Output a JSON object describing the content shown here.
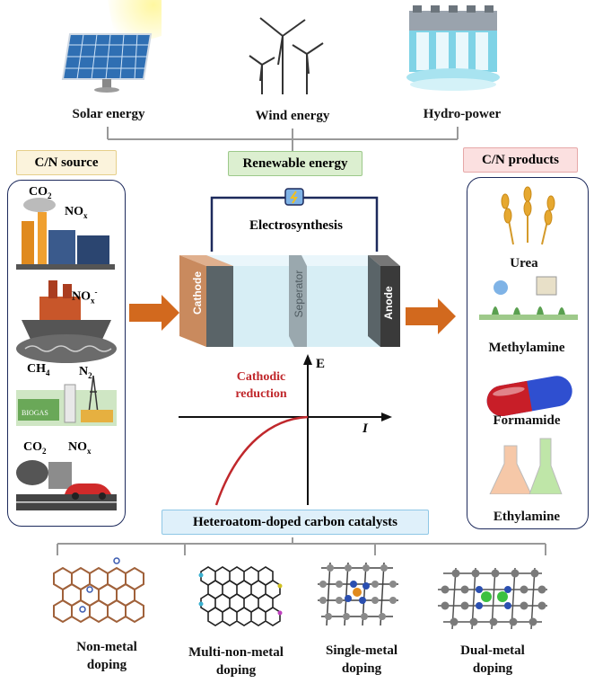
{
  "energy_sources": [
    {
      "label": "Solar energy",
      "icon": "solar-panel-icon"
    },
    {
      "label": "Wind energy",
      "icon": "wind-turbine-icon"
    },
    {
      "label": "Hydro-power",
      "icon": "hydro-dam-icon"
    }
  ],
  "tags": {
    "cn_source": "C/N source",
    "renewable": "Renewable energy",
    "cn_products": "C/N products",
    "catalysts": "Heteroatom-doped carbon catalysts"
  },
  "cell": {
    "title": "Electrosynthesis",
    "cathode": "Cathode",
    "separator": "Seperator",
    "anode": "Anode"
  },
  "plot": {
    "ylabel": "E",
    "xlabel": "I",
    "curve_label_1": "Cathodic",
    "curve_label_2": "reduction"
  },
  "sources": [
    {
      "main": "CO",
      "sub": "2",
      "second": "NO",
      "second_sub": "x",
      "icon": "factory-icon"
    },
    {
      "main": "NO",
      "sub": "x",
      "sup": "-",
      "icon": "ship-icon"
    },
    {
      "main": "CH",
      "sub": "4",
      "second": "N",
      "second_sub": "2",
      "icon": "biogas-plant-icon",
      "sign": "BIOGAS"
    },
    {
      "main": "CO",
      "sub": "2",
      "second": "NO",
      "second_sub": "x",
      "icon": "car-exhaust-icon"
    }
  ],
  "products": [
    "Urea",
    "Methylamine",
    "Formamide",
    "Ethylamine"
  ],
  "catalysts": [
    {
      "line1": "Non-metal",
      "line2": "doping"
    },
    {
      "line1": "Multi-non-metal",
      "line2": "doping"
    },
    {
      "line1": "Single-metal",
      "line2": "doping"
    },
    {
      "line1": "Dual-metal",
      "line2": "doping"
    }
  ],
  "colors": {
    "panel_border": "#1d2a5c",
    "arrow": "#d2691e",
    "cathode": "#c98a5e",
    "anode": "#3a3a3a",
    "curve": "#c0282c",
    "nonmetal_lattice": "#a0613a"
  }
}
